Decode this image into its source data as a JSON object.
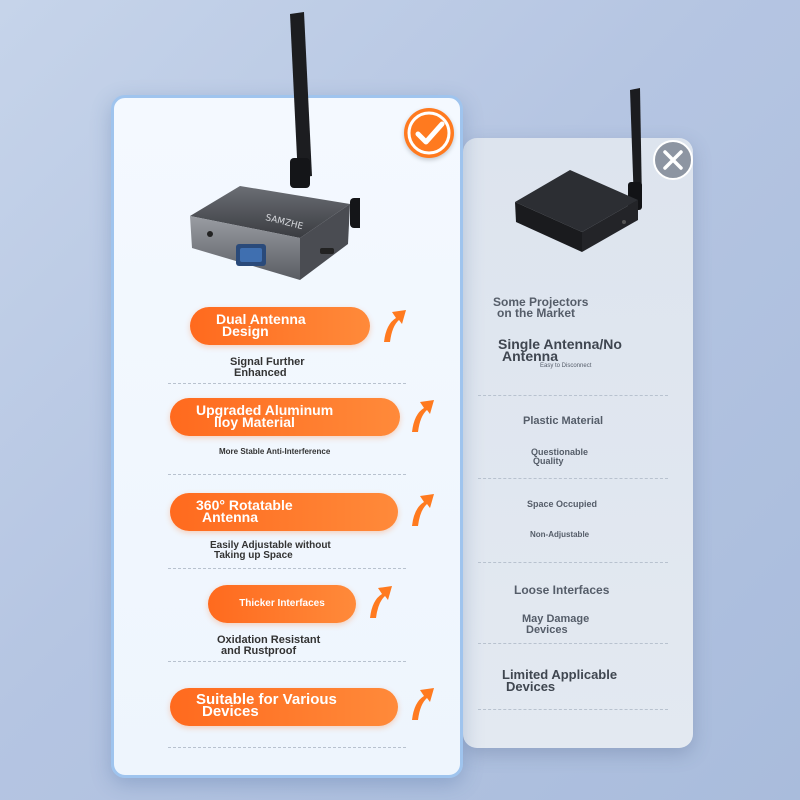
{
  "left_card": {
    "features": [
      {
        "line1": "Dual Antenna",
        "line2": "Design",
        "detail1": "Signal Further",
        "detail2": "Enhanced"
      },
      {
        "line1": "Upgraded Aluminum",
        "line2": "lloy Material",
        "detail1": "More Stable Anti-Interference",
        "detail2": ""
      },
      {
        "line1": "360° Rotatable",
        "line2": "Antenna",
        "detail1": "Easily Adjustable without",
        "detail2": "Taking up Space"
      },
      {
        "line1": "Thicker Interfaces",
        "line2": "",
        "detail1": "Oxidation Resistant",
        "detail2": "and Rustproof"
      },
      {
        "line1": "Suitable for Various",
        "line2": "Devices",
        "detail1": "",
        "detail2": ""
      }
    ],
    "product_brand": "SAMZHE"
  },
  "right_card": {
    "header1": "Some Projectors",
    "header2": "on the Market",
    "items": [
      {
        "line1": "Single Antenna/No",
        "line2": "Antenna",
        "detail": "Easy to Disconnect"
      },
      {
        "line1": "Plastic Material",
        "line2": "",
        "detail1": "Questionable",
        "detail2": "Quality"
      },
      {
        "line1": "Space Occupied",
        "line2": "",
        "detail": "Non-Adjustable"
      },
      {
        "line1": "Loose Interfaces",
        "line2": "",
        "detail1": "May Damage",
        "detail2": "Devices"
      },
      {
        "line1": "Limited Applicable",
        "line2": "Devices"
      }
    ]
  },
  "colors": {
    "accent_orange": "#ff7a1f",
    "card_border_blue": "#9fc4ee",
    "negative_gray": "#8d95a2"
  },
  "icons": {
    "positive": "check-mark-icon",
    "negative": "x-mark-icon",
    "improvement": "arrow-up-icon"
  }
}
